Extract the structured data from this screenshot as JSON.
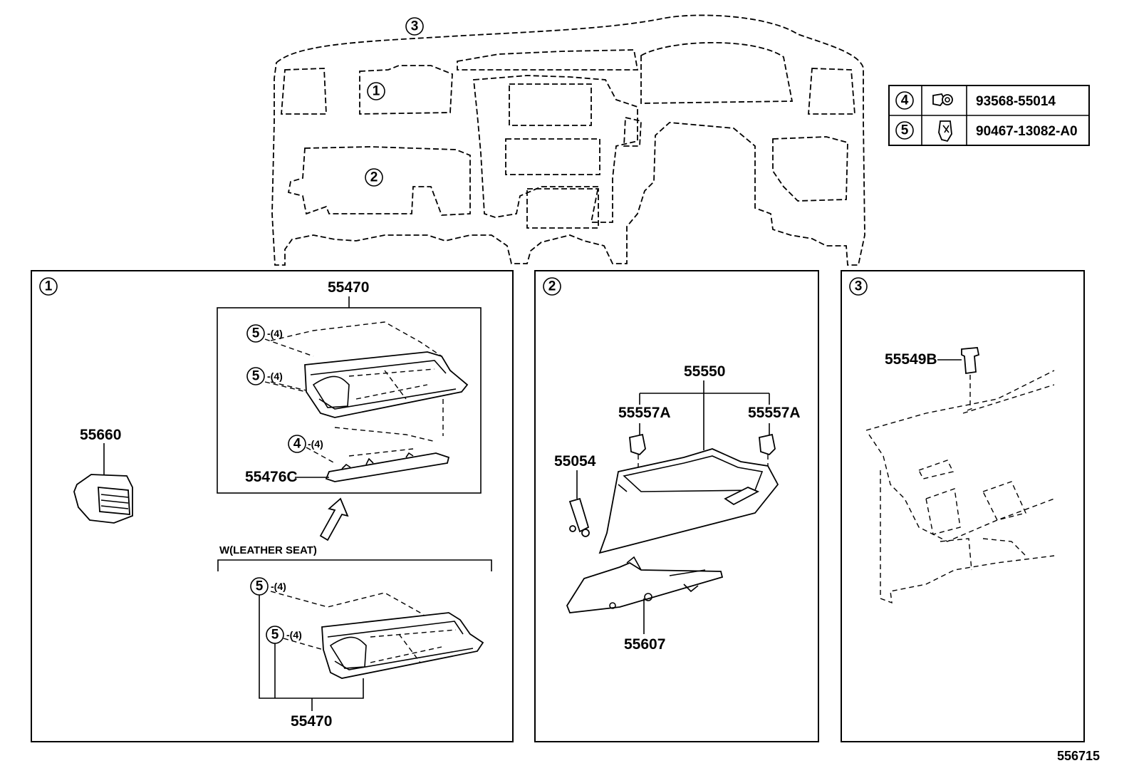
{
  "diagram": {
    "overview": {
      "callouts": [
        "①",
        "②",
        "③"
      ]
    },
    "fastener_table": {
      "rows": [
        {
          "ref": "④",
          "icon": "screw-icon",
          "part_no": "93568-55014"
        },
        {
          "ref": "⑤",
          "icon": "clip-icon",
          "part_no": "90467-13082-A0"
        }
      ]
    },
    "panel1": {
      "ref": "①",
      "part_55660": "55660",
      "part_55470_top": "55470",
      "qty_5a": "⑤-(4)",
      "qty_5b": "⑤-(4)",
      "qty_4": "④-(4)",
      "part_55476c": "55476C",
      "variant_label": "W(LEATHER SEAT)",
      "qty_5c": "⑤-(4)",
      "qty_5d": "⑤-(4)",
      "part_55470_bottom": "55470"
    },
    "panel2": {
      "ref": "②",
      "part_55550": "55550",
      "part_55557a_left": "55557A",
      "part_55557a_right": "55557A",
      "part_55054": "55054",
      "part_55607": "55607"
    },
    "panel3": {
      "ref": "③",
      "part_55549b": "55549B"
    },
    "illustration_number": "556715"
  }
}
